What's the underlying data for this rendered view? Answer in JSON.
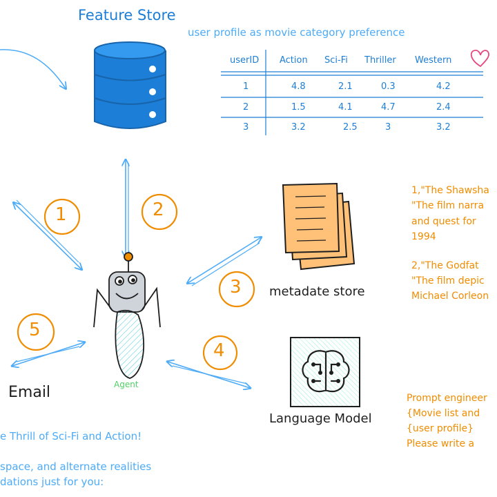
{
  "feature_store": {
    "title": "Feature Store",
    "subtitle": "user profile as movie category preference",
    "table": {
      "headers": [
        "userID",
        "Action",
        "Sci-Fi",
        "Thriller",
        "Western"
      ],
      "rows": [
        [
          "1",
          "4.8",
          "2.1",
          "0.3",
          "4.2"
        ],
        [
          "2",
          "1.5",
          "4.1",
          "4.7",
          "2.4"
        ],
        [
          "3",
          "3.2",
          "2.5",
          "3",
          "3.2"
        ]
      ]
    }
  },
  "steps": [
    "1",
    "2",
    "3",
    "4",
    "5"
  ],
  "agent": {
    "label": "Agent"
  },
  "metadata_store": {
    "label": "metadate store",
    "entries": [
      [
        "1,\"The Shawsha",
        "\"The film narra",
        "and quest for",
        "1994"
      ],
      [
        "2,\"The Godfat",
        "\"The film depic",
        "Michael Corleon"
      ]
    ]
  },
  "language_model": {
    "label": "Language Model",
    "prompt_lines": [
      "Prompt engineer",
      "{Movie list and",
      "{user profile}",
      "Please write a"
    ]
  },
  "email": {
    "label": "Email",
    "lines": [
      "e Thrill of Sci-Fi and Action!",
      "space, and alternate realities",
      "dations just for you:"
    ]
  },
  "colors": {
    "blue": "#1c7ed6",
    "light_blue": "#4dabf7",
    "orange": "#f08c00",
    "green": "#51cf66",
    "ink": "#1e1e1e",
    "heart": "#e64980"
  },
  "icons": [
    "database-icon",
    "documents-icon",
    "brain-chip-icon",
    "robot-agent-icon",
    "heart-icon"
  ]
}
